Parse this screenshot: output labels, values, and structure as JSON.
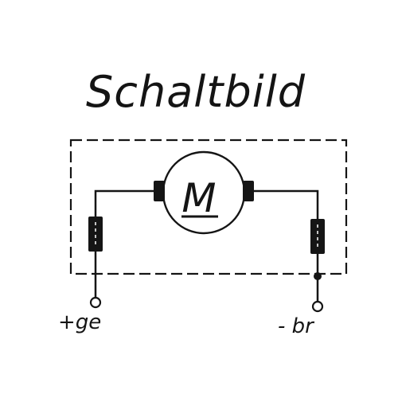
{
  "title": "Schaltbild",
  "motor": {
    "label": "M"
  },
  "terminals": {
    "positive": "+ge",
    "negative": "- br"
  },
  "colors": {
    "ink": "#151515",
    "paper": "#ffffff"
  }
}
